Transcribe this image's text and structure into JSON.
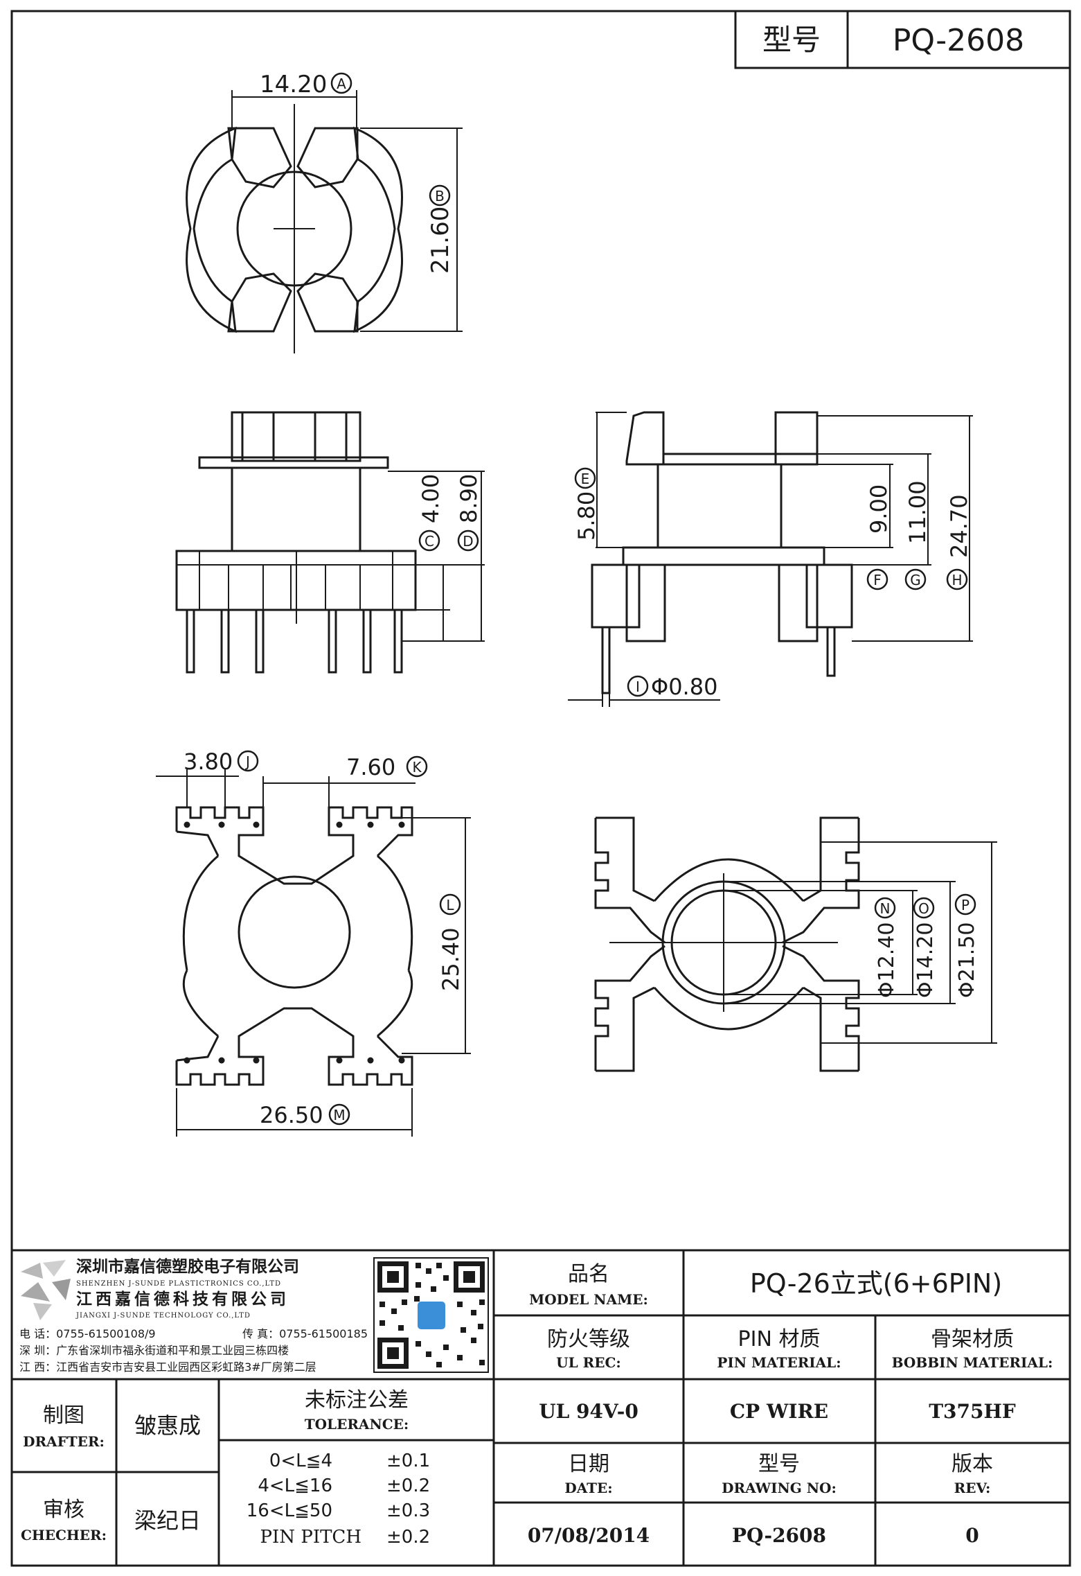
{
  "title_block_top": {
    "model_label": "型号",
    "model_value": "PQ-2608"
  },
  "dims": {
    "A": "14.20",
    "A_tag": "A",
    "B": "21.60",
    "B_tag": "B",
    "C": "4.00",
    "C_tag": "C",
    "D": "8.90",
    "D_tag": "D",
    "E": "5.80",
    "E_tag": "E",
    "F_val": "9.00",
    "F_tag": "F",
    "G_val": "11.00",
    "G_tag": "G",
    "H_val": "24.70",
    "H_tag": "H",
    "I_val": "Φ0.80",
    "I_tag": "I",
    "J": "3.80",
    "J_tag": "J",
    "K": "7.60",
    "K_tag": "K",
    "L": "25.40",
    "L_tag": "L",
    "M": "26.50",
    "M_tag": "M",
    "N": "Φ12.40",
    "N_tag": "N",
    "O": "Φ14.20",
    "O_tag": "O",
    "P": "Φ21.50",
    "P_tag": "P"
  },
  "company": {
    "name_sz": "深圳市嘉信德塑胶电子有限公司",
    "name_sz_en": "SHENZHEN J-SUNDE PLASTICTRONICS CO.,LTD",
    "name_jx": "江西嘉信德科技有限公司",
    "name_jx_en": "JIANGXI J-SUNDE TECHNOLOGY CO.,LTD",
    "tel": "电 话：0755-61500108/9",
    "fax": "传 真：0755-61500185",
    "addr_sz": "深 圳：广东省深圳市福永街道和平和景工业园三栋四楼",
    "addr_jx": "江 西：江西省吉安市吉安县工业园西区彩虹路3#厂房第二层"
  },
  "title_block": {
    "product_label_cn": "品名",
    "product_label_en": "MODEL NAME:",
    "product_value": "PQ-26立式(6+6PIN)",
    "ul_label_cn": "防火等级",
    "ul_label_en": "UL REC:",
    "pin_label_cn": "PIN 材质",
    "pin_label_en": "PIN MATERIAL:",
    "bobbin_label_cn": "骨架材质",
    "bobbin_label_en": "BOBBIN MATERIAL:",
    "ul_value": "UL 94V-0",
    "pin_value": "CP WIRE",
    "bobbin_value": "T375HF",
    "date_label_cn": "日期",
    "date_label_en": "DATE:",
    "dwg_label_cn": "型号",
    "dwg_label_en": "DRAWING NO:",
    "rev_label_cn": "版本",
    "rev_label_en": "REV:",
    "date_value": "07/08/2014",
    "dwg_value": "PQ-2608",
    "rev_value": "0",
    "drafter_label_cn": "制图",
    "drafter_label_en": "DRAFTER:",
    "drafter_name": "皱惠成",
    "checker_label_cn": "审核",
    "checker_label_en": "CHECHER:",
    "checker_name": "梁纪日",
    "tolerance_label_cn": "未标注公差",
    "tolerance_label_en": "TOLERANCE:",
    "tolerances": [
      {
        "range": "0<L≦4",
        "value": "±0.1"
      },
      {
        "range": "4<L≦16",
        "value": "±0.2"
      },
      {
        "range": "16<L≦50",
        "value": "±0.3"
      },
      {
        "range": "PIN PITCH",
        "value": "±0.2"
      }
    ]
  }
}
